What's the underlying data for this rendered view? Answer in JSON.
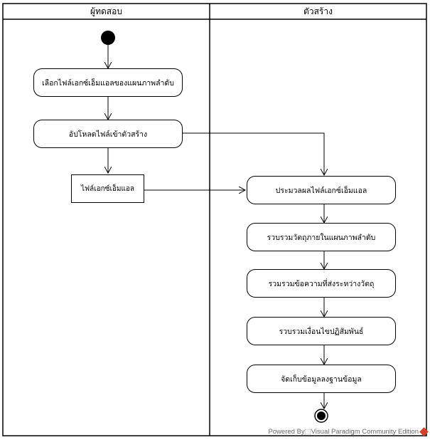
{
  "lanes": {
    "left_title": "ผู้ทดสอบ",
    "right_title": "ตัวสร้าง"
  },
  "nodes": {
    "select_file": "เลือกไฟล์เอกซ์เอ็มแอลของแผนภาพลำดับ",
    "upload_file": "อัปโหลดไฟล์เข้าตัวสร้าง",
    "xml_file_object": "ไฟล์เอกซ์เอ็มแอล",
    "process_file": "ประมวลผลไฟล์เอกซ์เอ็มแอล",
    "collect_objects": "รวบรวมวัตถุภายในแผนภาพลำดับ",
    "collect_messages": "รวมรวมข้อความที่ส่งระหว่างวัตถุ",
    "collect_conditions": "รวบรวมเงื่อนไขปฏิสัมพันธ์",
    "store_data": "จัดเก็บข้อมูลลงฐานข้อมูล"
  },
  "watermark": {
    "text": "Powered By⬚Visual Paradigm Community Edition",
    "logo_color": "#d0402a"
  }
}
